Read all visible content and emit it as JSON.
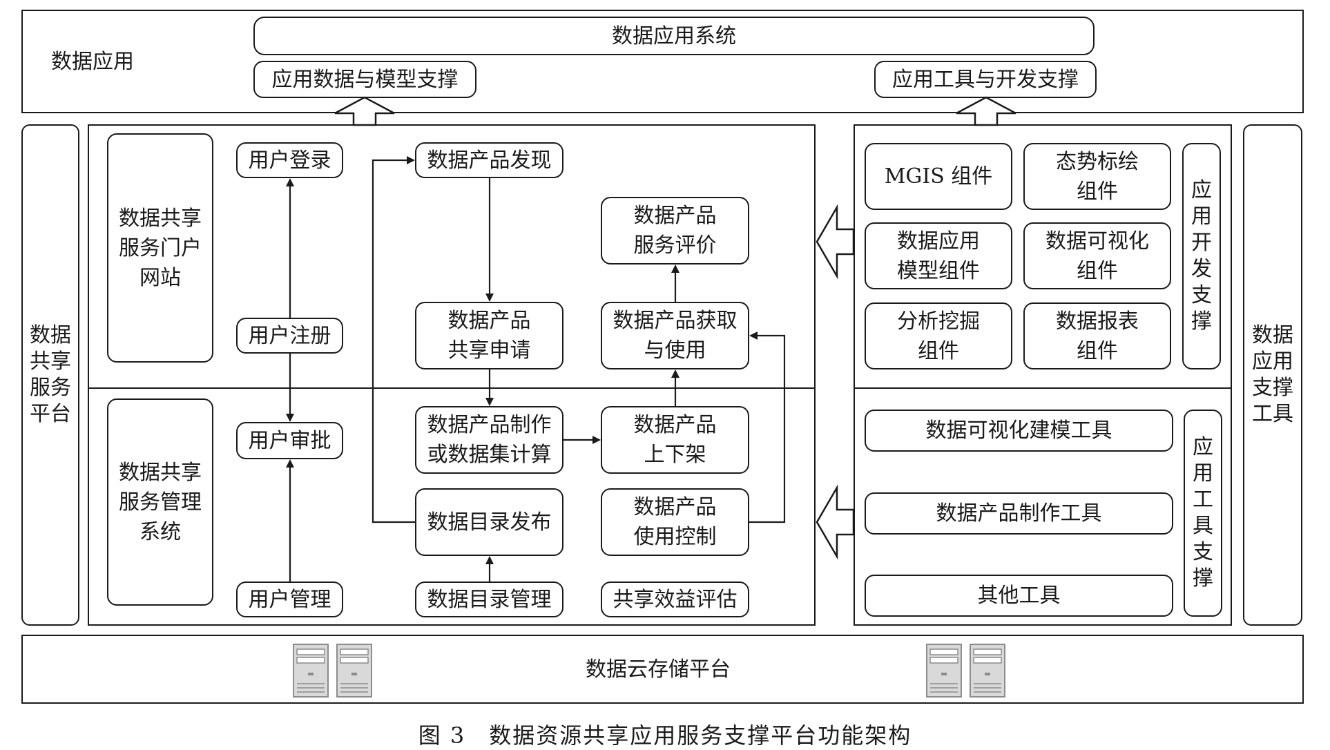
{
  "data_app": {
    "label": "数据应用",
    "system": "数据应用系统",
    "data_model_support": "应用数据与模型支撑",
    "tool_dev_support": "应用工具与开发支撑"
  },
  "left_side": {
    "label": "数据\n共享\n服务\n平台"
  },
  "right_side": {
    "label": "数据\n应用\n支撑\n工具"
  },
  "portal": {
    "title": "数据共享\n服务门户\n网站",
    "user_login": "用户登录",
    "user_register": "用户注册",
    "product_discovery": "数据产品发现",
    "product_share_apply": "数据产品\n共享申请",
    "product_eval": "数据产品\n服务评价",
    "product_get_use": "数据产品获取\n与使用"
  },
  "mgmt": {
    "title": "数据共享\n服务管理\n系统",
    "user_approve": "用户审批",
    "user_manage": "用户管理",
    "product_make": "数据产品制作\n或数据集计算",
    "product_shelf": "数据产品\n上下架",
    "catalog_publish": "数据目录发布",
    "product_control": "数据产品\n使用控制",
    "catalog_manage": "数据目录管理",
    "benefit_eval": "共享效益评估"
  },
  "app_dev": {
    "side_label": "应\n用\n开\n发\n支\n撑",
    "mgis": "MGIS 组件",
    "situation": "态势标绘\n组件",
    "app_model": "数据应用\n模型组件",
    "visual_comp": "数据可视化\n组件",
    "mining": "分析挖掘\n组件",
    "report": "数据报表\n组件"
  },
  "app_tools": {
    "side_label": "应\n用\n工\n具\n支\n撑",
    "visual_tool": "数据可视化建模工具",
    "product_tool": "数据产品制作工具",
    "other_tool": "其他工具"
  },
  "cloud": {
    "label": "数据云存储平台"
  },
  "caption": "图 3　数据资源共享应用服务支撑平台功能架构",
  "colors": {
    "line": "#1a1a1a",
    "server_body": "#d9d9d9",
    "server_dark": "#8c8c8c"
  }
}
